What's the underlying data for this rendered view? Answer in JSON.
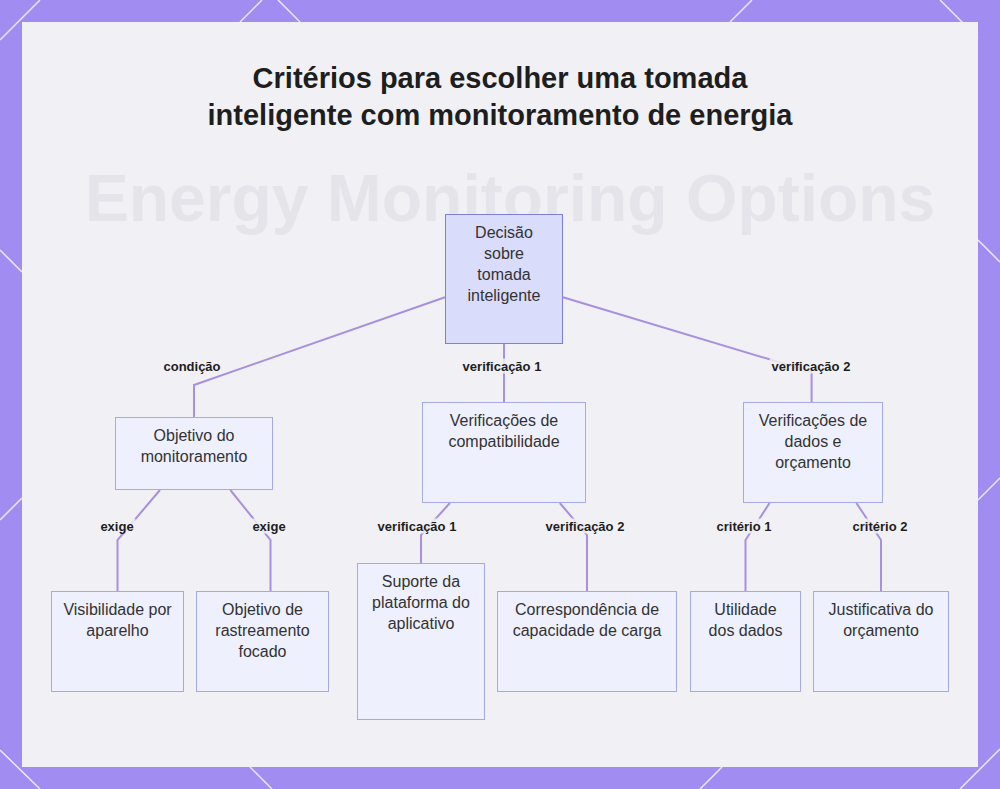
{
  "diagram": {
    "title": "Critérios para escolher uma tomada inteligente com monitoramento de energia",
    "nodes": [
      {
        "text": [
          "Decisão sobre tomada inteligente"
        ]
      },
      {
        "text": [
          "Objetivo do monitoramento"
        ]
      },
      {
        "text": [
          "Verificações de compatibilidade"
        ]
      },
      {
        "text": [
          "Verificações de dados e orçamento"
        ]
      },
      {
        "text": [
          "Visibilidade por aparelho"
        ]
      },
      {
        "text": [
          "Objetivo de rastreamento focado"
        ]
      },
      {
        "text": [
          "Suporte da plataforma do aplicativo"
        ]
      },
      {
        "text": [
          "Correspondência de capacidade de carga"
        ]
      },
      {
        "text": [
          "Utilidade dos dados"
        ]
      },
      {
        "text": [
          "Justificativa do orçamento"
        ]
      }
    ],
    "edges": [
      {
        "from": 0,
        "to": 1,
        "label": "condição",
        "arrow": "none"
      },
      {
        "from": 0,
        "to": 2,
        "label": "verificação 1",
        "arrow": "none"
      },
      {
        "from": 0,
        "to": 3,
        "label": "verificação 2",
        "arrow": "none"
      },
      {
        "from": 1,
        "to": 4,
        "label": "exige",
        "arrow": "none"
      },
      {
        "from": 1,
        "to": 5,
        "label": "exige",
        "arrow": "none"
      },
      {
        "from": 2,
        "to": 6,
        "label": "verificação 1",
        "arrow": "none"
      },
      {
        "from": 2,
        "to": 7,
        "label": "verificação 2",
        "arrow": "none"
      },
      {
        "from": 3,
        "to": 8,
        "label": "critério 1",
        "arrow": "none"
      },
      {
        "from": 3,
        "to": 9,
        "label": "critério 2",
        "arrow": "none"
      }
    ],
    "labels": [
      "Energy Monitoring Options"
    ]
  }
}
